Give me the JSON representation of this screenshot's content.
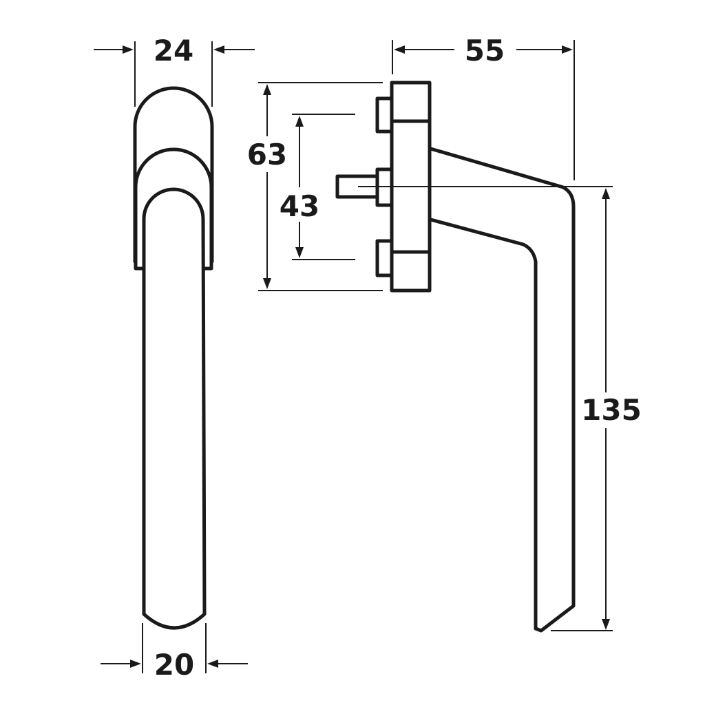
{
  "drawing": {
    "subject": "window-handle",
    "line_color": "#1a1a1a",
    "background": "#ffffff",
    "dimensions": {
      "top_width": "24",
      "bottom_width": "20",
      "length": "55",
      "rose_height": "63",
      "screw_spacing": "43",
      "lever_length": "135"
    }
  }
}
